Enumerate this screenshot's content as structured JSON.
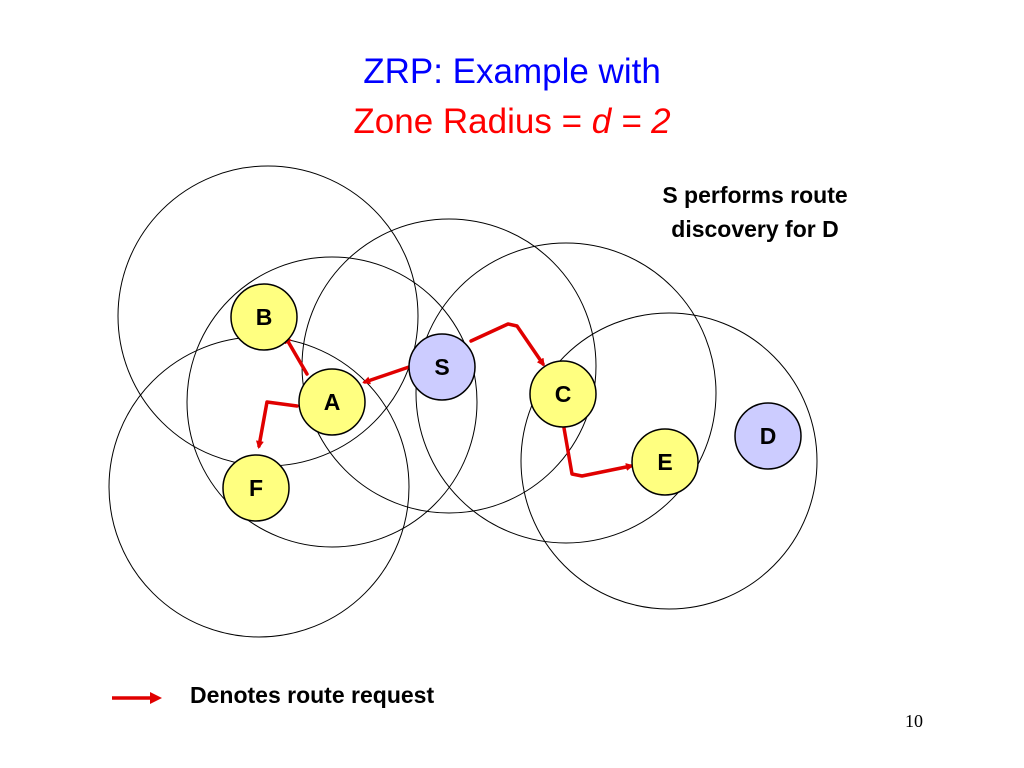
{
  "title": {
    "line1": "ZRP: Example with",
    "line2_prefix": "Zone Radius = ",
    "line2_italic": "d = 2"
  },
  "note_lines": [
    "S performs route",
    "discovery for D"
  ],
  "legend": {
    "label": "Denotes route request",
    "arrow_color": "#e00000"
  },
  "page_number": "10",
  "colors": {
    "title_blue": "#0000ff",
    "title_red": "#ff0000",
    "node_yellow": "#ffff80",
    "node_lavender": "#ccccff",
    "arrow_red": "#e00000"
  },
  "nodes": [
    {
      "id": "B",
      "label": "B",
      "fill": "yellow"
    },
    {
      "id": "A",
      "label": "A",
      "fill": "yellow"
    },
    {
      "id": "F",
      "label": "F",
      "fill": "yellow"
    },
    {
      "id": "S",
      "label": "S",
      "fill": "lavender"
    },
    {
      "id": "C",
      "label": "C",
      "fill": "yellow"
    },
    {
      "id": "E",
      "label": "E",
      "fill": "yellow"
    },
    {
      "id": "D",
      "label": "D",
      "fill": "lavender"
    }
  ],
  "zones": [
    "B",
    "A",
    "F",
    "S",
    "C",
    "E"
  ],
  "route_requests": [
    {
      "from": "S",
      "to": "A"
    },
    {
      "from": "A",
      "to": "B"
    },
    {
      "from": "A",
      "to": "F"
    },
    {
      "from": "S",
      "to": "C"
    },
    {
      "from": "C",
      "to": "E"
    }
  ]
}
